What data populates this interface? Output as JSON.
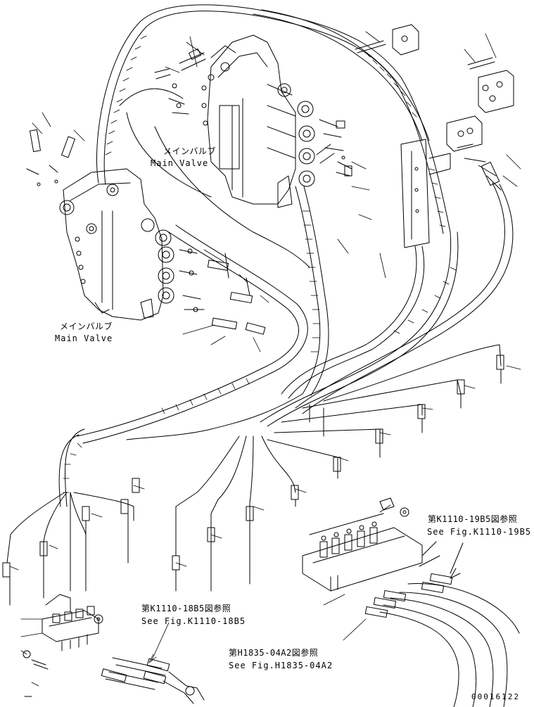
{
  "labels": {
    "main_valve_upper_jp": "メインバルブ",
    "main_valve_upper_en": "Main Valve",
    "main_valve_lower_jp": "メインバルブ",
    "main_valve_lower_en": "Main Valve",
    "ref_k1110_19b5_jp": "第K1110-19B5図参照",
    "ref_k1110_19b5_en": "See Fig.K1110-19B5",
    "ref_k1110_18b5_jp": "第K1110-18B5図参照",
    "ref_k1110_18b5_en": "See Fig.K1110-18B5",
    "ref_h1835_04a2_jp": "第H1835-04A2図参照",
    "ref_h1835_04a2_en": "See Fig.H1835-04A2",
    "doc_number": "00016122"
  },
  "colors": {
    "line": "#000000",
    "background": "#ffffff"
  }
}
